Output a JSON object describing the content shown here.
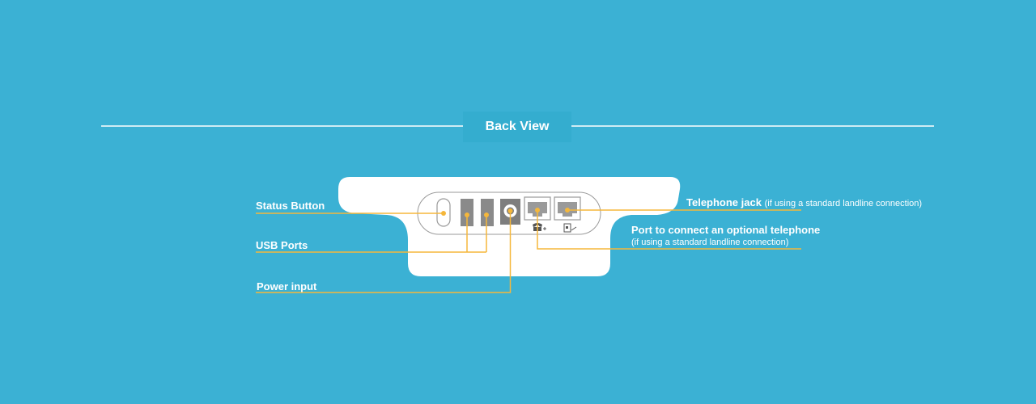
{
  "title": "Back View",
  "labels": {
    "status_button": "Status Button",
    "usb_ports": "USB Ports",
    "power_input": "Power input",
    "telephone_jack": "Telephone jack",
    "telephone_jack_note": "(if using a standard landline connection)",
    "optional_port": "Port to connect an optional telephone",
    "optional_port_note": "(if using a standard landline connection)"
  },
  "colors": {
    "background": "#3bb1d4",
    "callout_line": "#f5b73b",
    "device": "#ffffff",
    "port_gray": "#8a8a8a"
  },
  "icons": {
    "phone_port_icon": "telephone-plus-icon",
    "line_port_icon": "wall-socket-icon"
  }
}
